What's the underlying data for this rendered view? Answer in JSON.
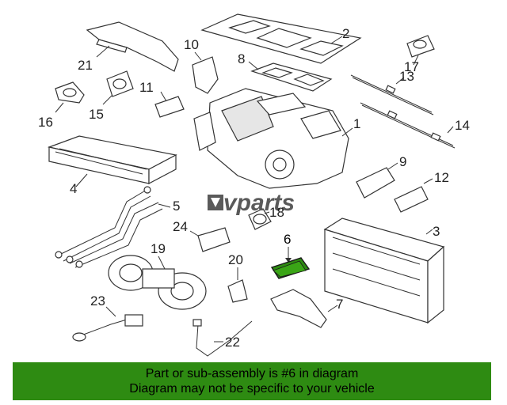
{
  "logo_text": "vparts",
  "highlight_color": "#2e8b12",
  "highlighted_part": "6",
  "callouts": [
    "1",
    "2",
    "3",
    "4",
    "5",
    "6",
    "7",
    "8",
    "9",
    "10",
    "11",
    "12",
    "13",
    "14",
    "15",
    "16",
    "17",
    "18",
    "19",
    "20",
    "21",
    "22",
    "23",
    "24"
  ],
  "banner": {
    "line1": "Part or sub-assembly is #6 in diagram",
    "line2": "Diagram may not be specific to your vehicle"
  }
}
